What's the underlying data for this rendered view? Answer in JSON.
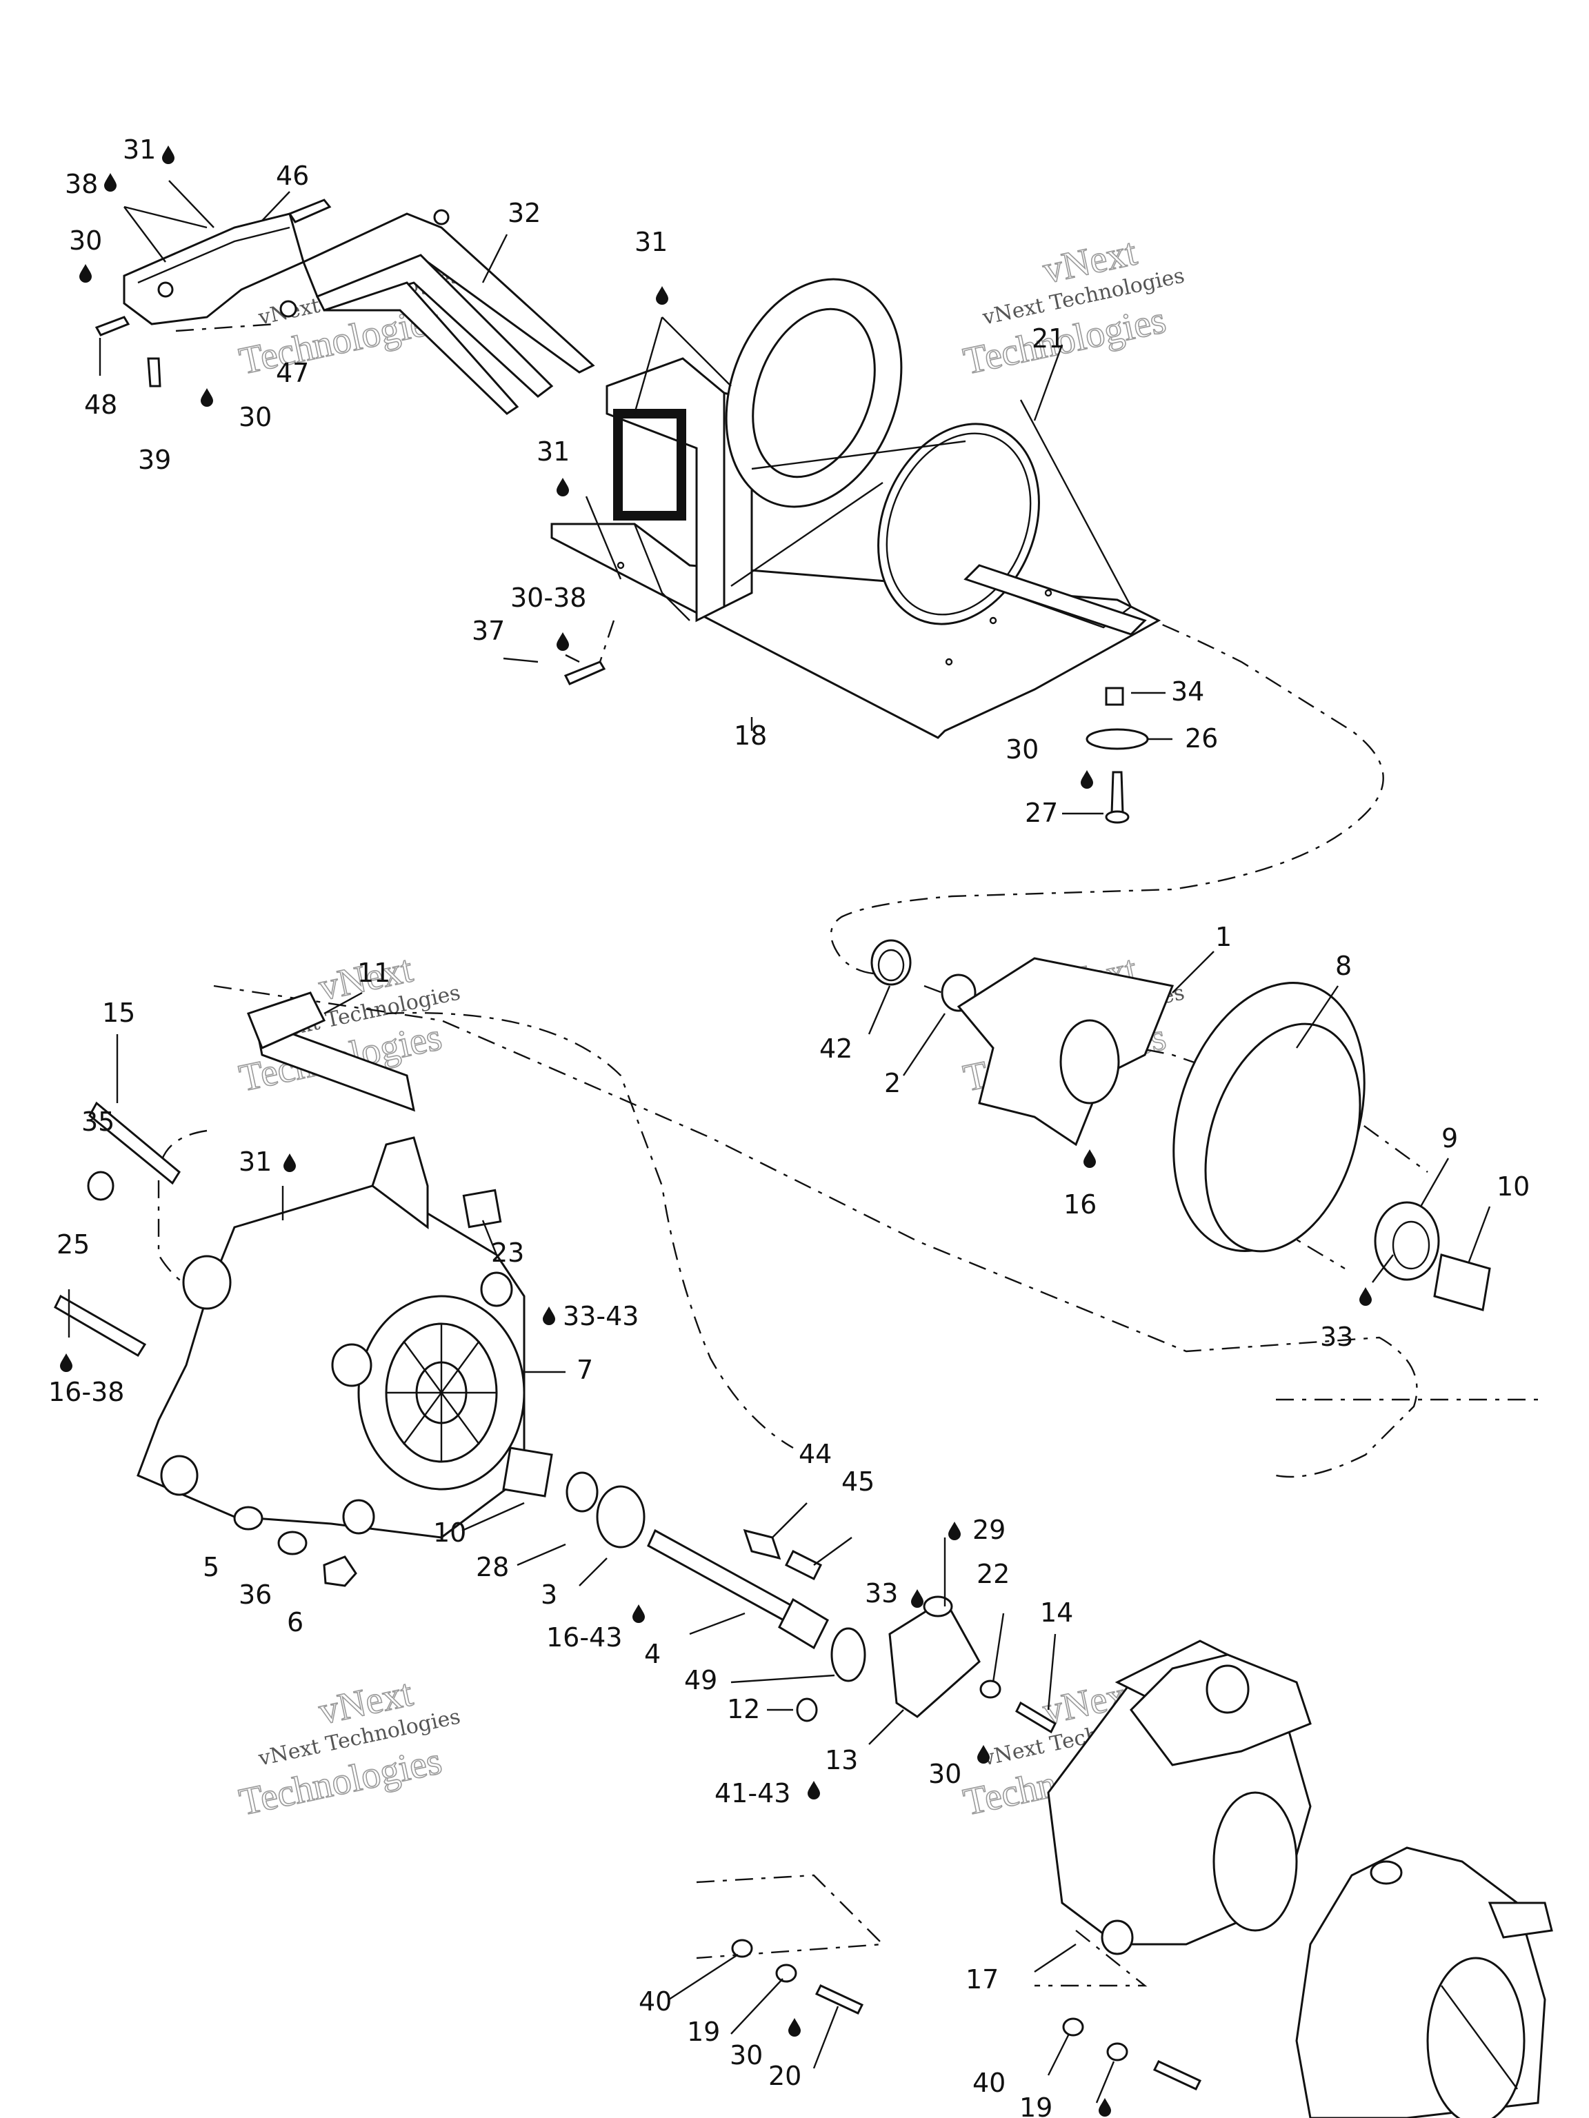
{
  "watermark": {
    "line1": "vNext",
    "line2": "vNext Technologies",
    "line3": "Technologies"
  },
  "callouts": [
    {
      "id": "c31a",
      "text": "31"
    },
    {
      "id": "c38",
      "text": "38"
    },
    {
      "id": "c46",
      "text": "46"
    },
    {
      "id": "c30a",
      "text": "30"
    },
    {
      "id": "c32",
      "text": "32"
    },
    {
      "id": "c31b",
      "text": "31"
    },
    {
      "id": "c21",
      "text": "21"
    },
    {
      "id": "c47",
      "text": "47"
    },
    {
      "id": "c48",
      "text": "48"
    },
    {
      "id": "c30b",
      "text": "30"
    },
    {
      "id": "c39",
      "text": "39"
    },
    {
      "id": "c31c",
      "text": "31"
    },
    {
      "id": "c30_38",
      "text": "30-38"
    },
    {
      "id": "c37",
      "text": "37"
    },
    {
      "id": "c18",
      "text": "18"
    },
    {
      "id": "c34",
      "text": "34"
    },
    {
      "id": "c26",
      "text": "26"
    },
    {
      "id": "c30c",
      "text": "30"
    },
    {
      "id": "c27",
      "text": "27"
    },
    {
      "id": "c1",
      "text": "1"
    },
    {
      "id": "c8",
      "text": "8"
    },
    {
      "id": "c11",
      "text": "11"
    },
    {
      "id": "c15",
      "text": "15"
    },
    {
      "id": "c42",
      "text": "42"
    },
    {
      "id": "c2",
      "text": "2"
    },
    {
      "id": "c35",
      "text": "35"
    },
    {
      "id": "c16",
      "text": "16"
    },
    {
      "id": "c9",
      "text": "9"
    },
    {
      "id": "c10a",
      "text": "10"
    },
    {
      "id": "c31d",
      "text": "31"
    },
    {
      "id": "c23",
      "text": "23"
    },
    {
      "id": "c25",
      "text": "25"
    },
    {
      "id": "c33_43a",
      "text": "33-43"
    },
    {
      "id": "c33a",
      "text": "33"
    },
    {
      "id": "c16_38",
      "text": "16-38"
    },
    {
      "id": "c7",
      "text": "7"
    },
    {
      "id": "c44",
      "text": "44"
    },
    {
      "id": "c45",
      "text": "45"
    },
    {
      "id": "c10b",
      "text": "10"
    },
    {
      "id": "c29",
      "text": "29"
    },
    {
      "id": "c5",
      "text": "5"
    },
    {
      "id": "c28",
      "text": "28"
    },
    {
      "id": "c36",
      "text": "36"
    },
    {
      "id": "c3",
      "text": "3"
    },
    {
      "id": "c33b",
      "text": "33"
    },
    {
      "id": "c22",
      "text": "22"
    },
    {
      "id": "c14",
      "text": "14"
    },
    {
      "id": "c6",
      "text": "6"
    },
    {
      "id": "c16_43",
      "text": "16-43"
    },
    {
      "id": "c4",
      "text": "4"
    },
    {
      "id": "c49",
      "text": "49"
    },
    {
      "id": "c12",
      "text": "12"
    },
    {
      "id": "c13",
      "text": "13"
    },
    {
      "id": "c30d",
      "text": "30"
    },
    {
      "id": "c41_43",
      "text": "41-43"
    },
    {
      "id": "c17",
      "text": "17"
    },
    {
      "id": "c40a",
      "text": "40"
    },
    {
      "id": "c19a",
      "text": "19"
    },
    {
      "id": "c30e",
      "text": "30"
    },
    {
      "id": "c20",
      "text": "20"
    },
    {
      "id": "c40b",
      "text": "40"
    },
    {
      "id": "c19b",
      "text": "19"
    }
  ],
  "icons": {
    "drop": "oil-drop-icon"
  },
  "colors": {
    "ink": "#111111",
    "watermark": "#9a9a9a",
    "background": "#ffffff"
  }
}
